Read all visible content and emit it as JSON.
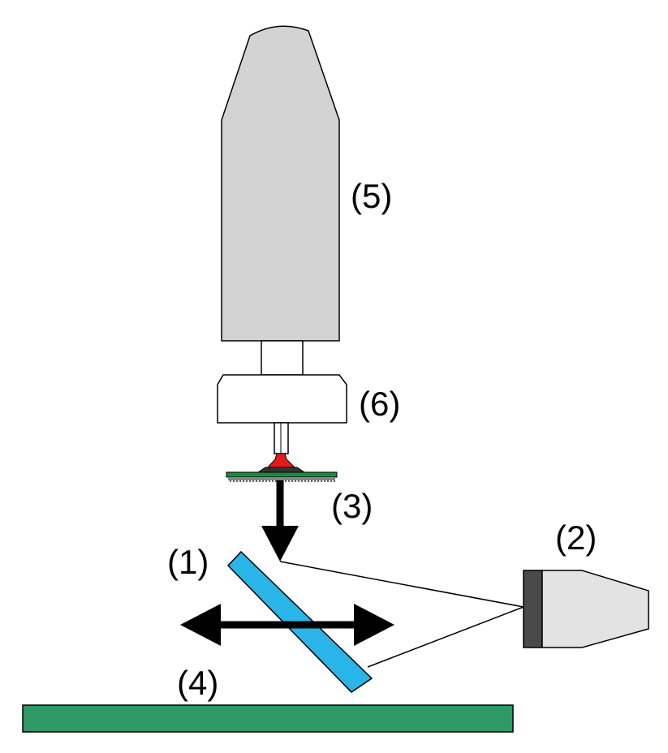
{
  "labels": {
    "item1": "(1)",
    "item2": "(2)",
    "item3": "(3)",
    "item4": "(4)",
    "item5": "(5)",
    "item6": "(6)"
  },
  "colors": {
    "background": "#ffffff",
    "body_gray": "#d3d3d3",
    "camera_gray": "#e3e3e3",
    "camera_lens_dark": "#4a4a4a",
    "mirror_cyan": "#29b5e8",
    "pcb_green": "#2f9966",
    "pcb_top_green": "#1f8a3f",
    "nozzle_red": "#e31b1b",
    "outline": "#000000"
  }
}
